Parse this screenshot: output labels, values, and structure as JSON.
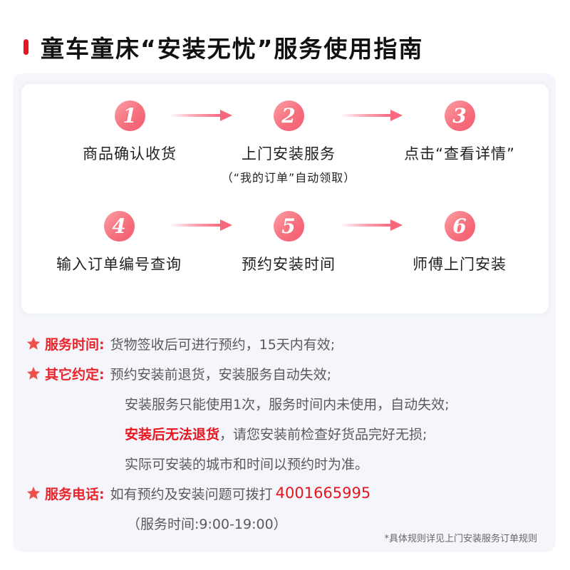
{
  "title": {
    "text": "童车童床“安装无忧”服务使用指南",
    "accent_color": "#e8141e"
  },
  "steps": [
    {
      "number": "1",
      "label": "商品确认收货",
      "sub": ""
    },
    {
      "number": "2",
      "label": "上门安装服务",
      "sub": "（“我的订单”自动领取）"
    },
    {
      "number": "3",
      "label": "点击“查看详情”",
      "sub": ""
    },
    {
      "number": "4",
      "label": "输入订单编号查询",
      "sub": ""
    },
    {
      "number": "5",
      "label": "预约安装时间",
      "sub": ""
    },
    {
      "number": "6",
      "label": "师傅上门安装",
      "sub": ""
    }
  ],
  "notes": {
    "service_time": {
      "key": "服务时间:",
      "value": "货物签收后可进行预约，15天内有效;"
    },
    "other_terms": {
      "key": "其它约定:",
      "lines": [
        "预约安装前退货，安装服务自动失效;",
        "安装服务只能使用1次，服务时间内未使用，自动失效;"
      ],
      "warning_bold": "安装后无法退货",
      "warning_rest": "，请您安装前检查好货品完好无损;",
      "last_line": "实际可安装的城市和时间以预约时为准。"
    },
    "service_phone": {
      "key": "服务电话:",
      "value": "如有预约及安装问题可拨打",
      "phone": "4001665995",
      "hours": "（服务时间:9:00-19:00）"
    },
    "footnote": "*具体规则详见上门安装服务订单规则"
  },
  "icons": {
    "star": "star-icon",
    "arrow": "arrow-right-icon"
  },
  "colors": {
    "accent_red": "#e8141e",
    "step_pink": "#f6687e",
    "panel_bg": "#f5f6fb"
  }
}
